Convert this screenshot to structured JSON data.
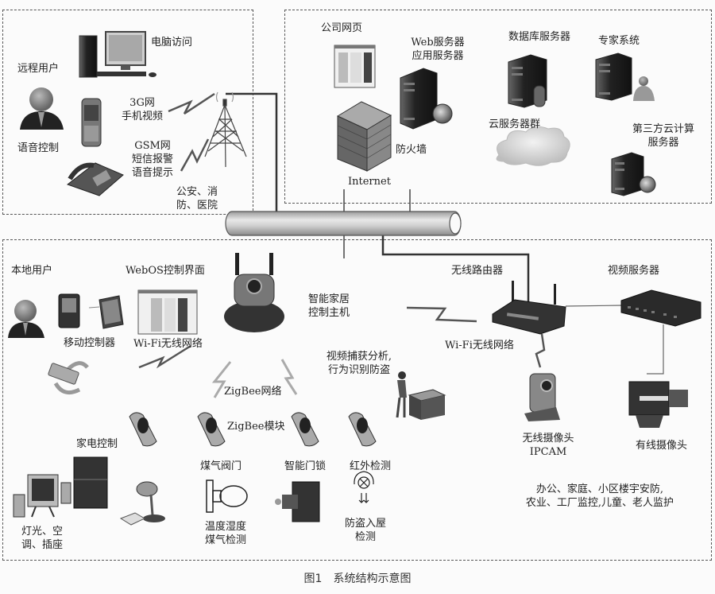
{
  "regions": {
    "remote": {
      "name": "remote-user-region"
    },
    "cloud": {
      "name": "cloud-server-region"
    },
    "local": {
      "name": "local-home-region"
    }
  },
  "remote": {
    "pc_access": "电脑访问",
    "remote_user": "远程用户",
    "voice_control": "语音控制",
    "net_3g": [
      "3G网",
      "手机视频"
    ],
    "net_gsm": [
      "GSM网",
      "短信报警",
      "语音提示"
    ],
    "emergency": [
      "公安、消",
      "防、医院"
    ]
  },
  "cloud": {
    "company_web": "公司网页",
    "web_server": [
      "Web服务器",
      "应用服务器"
    ],
    "db_server": "数据库服务器",
    "expert_system": "专家系统",
    "cloud_cluster": "云服务器群",
    "third_party": [
      "第三方云计算",
      "服务器"
    ],
    "firewall": "防火墙",
    "internet": "Internet"
  },
  "local": {
    "local_user": "本地用户",
    "webos_ui": "WebOS控制界面",
    "mobile_controller": "移动控制器",
    "wifi_left": "Wi-Fi无线网络",
    "smart_host": [
      "智能家居",
      "控制主机"
    ],
    "zigbee_net": "ZigBee网络",
    "zigbee_module": "ZigBee模块",
    "video_capture": [
      "视频捕获分析,",
      "行为识别防盗"
    ],
    "wireless_router": "无线路由器",
    "wifi_right": "Wi-Fi无线网络",
    "video_server": "视频服务器",
    "appliance_control": "家电控制",
    "lights": [
      "灯光、空",
      "调、插座"
    ],
    "gas_valve": "煤气阀门",
    "smart_lock": "智能门锁",
    "infrared": "红外检测",
    "temp_humidity": [
      "温度湿度",
      "煤气检测"
    ],
    "anti_theft": [
      "防盗入屋",
      "检测"
    ],
    "wireless_cam": [
      "无线摄像头",
      "IPCAM"
    ],
    "wired_cam": "有线摄像头",
    "applications": [
      "办公、家庭、小区楼宇安防,",
      "农业、工厂监控,儿童、老人监护"
    ]
  },
  "caption": "图1　系统结构示意图"
}
